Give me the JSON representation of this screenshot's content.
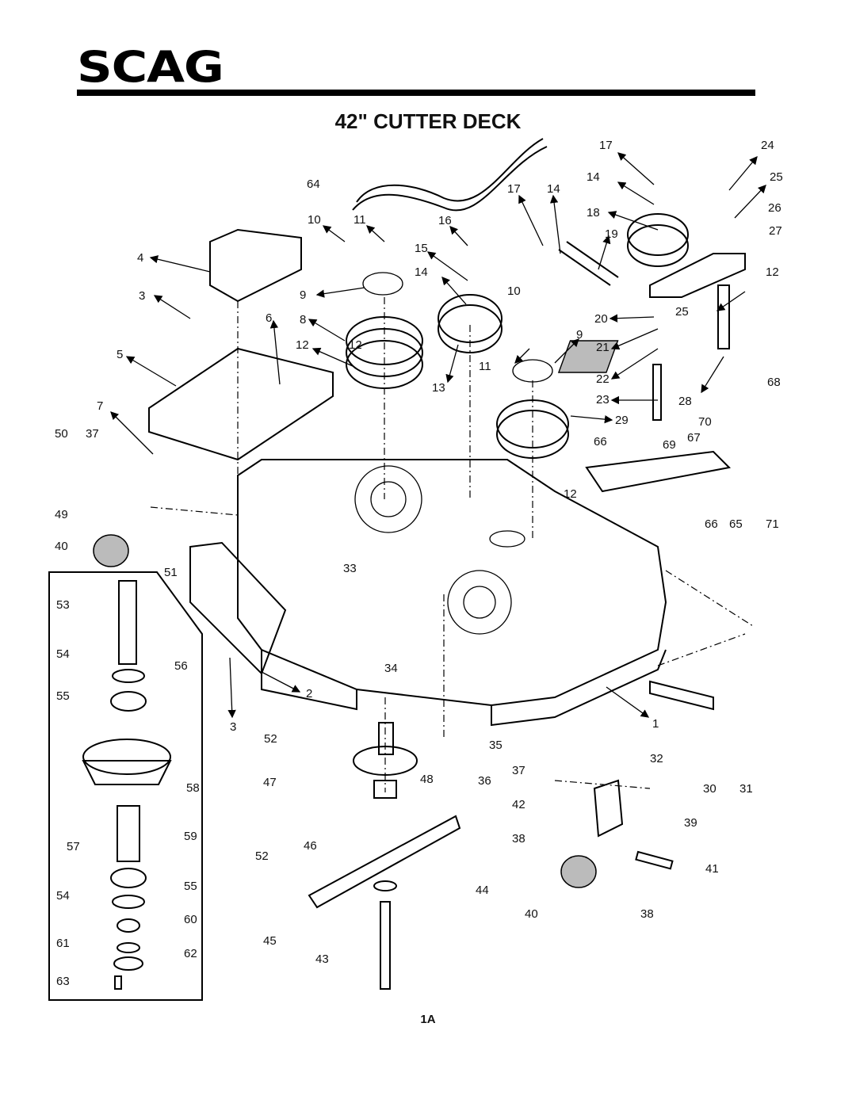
{
  "header": {
    "logo": "SCAG",
    "title": "42\" CUTTER DECK"
  },
  "footer": {
    "page": "1A"
  },
  "callouts": [
    "1",
    "2",
    "3",
    "3",
    "4",
    "5",
    "6",
    "7",
    "8",
    "9",
    "9",
    "10",
    "10",
    "11",
    "11",
    "12",
    "12",
    "12",
    "12",
    "13",
    "14",
    "14",
    "14",
    "15",
    "16",
    "17",
    "17",
    "18",
    "19",
    "20",
    "21",
    "22",
    "23",
    "24",
    "25",
    "25",
    "26",
    "27",
    "28",
    "29",
    "30",
    "31",
    "32",
    "33",
    "34",
    "35",
    "36",
    "37",
    "37",
    "38",
    "38",
    "39",
    "40",
    "40",
    "41",
    "42",
    "43",
    "44",
    "45",
    "46",
    "47",
    "48",
    "49",
    "50",
    "51",
    "52",
    "52",
    "53",
    "54",
    "54",
    "55",
    "55",
    "56",
    "57",
    "58",
    "59",
    "60",
    "61",
    "62",
    "63",
    "64",
    "65",
    "66",
    "66",
    "67",
    "68",
    "69",
    "70",
    "71"
  ]
}
